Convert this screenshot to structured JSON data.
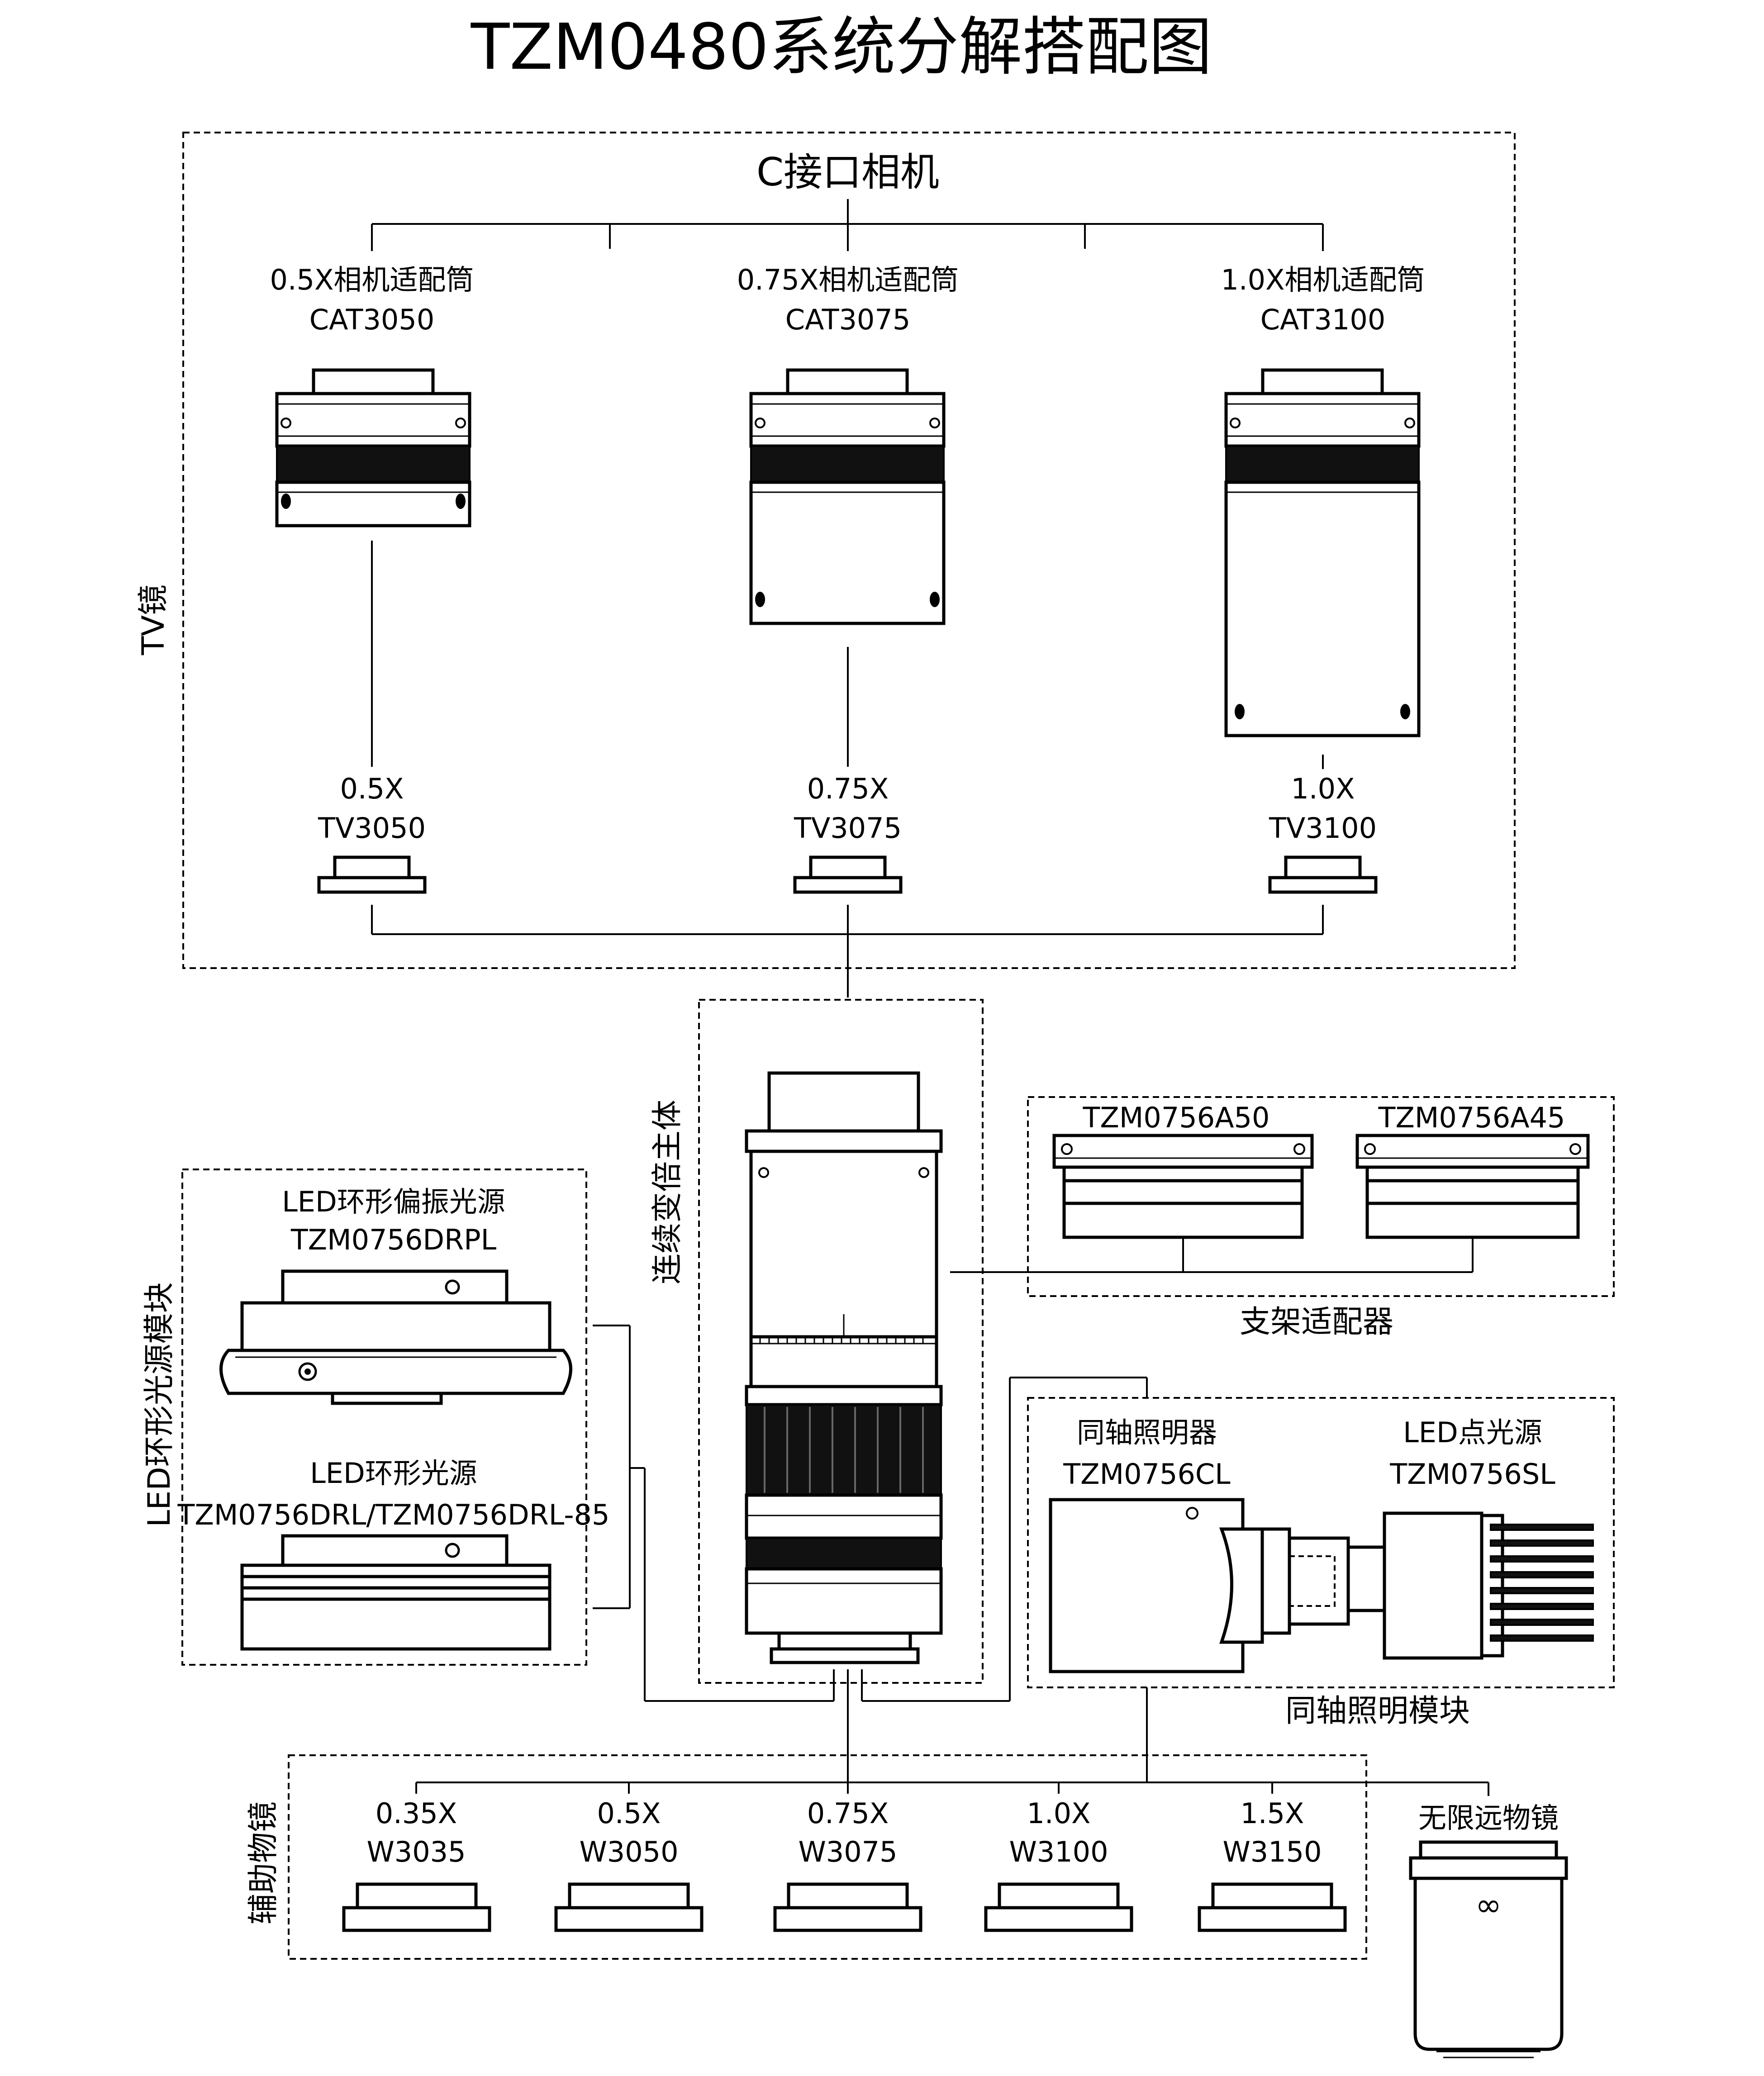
{
  "title": "TZM0480系统分解搭配图",
  "tv_group": {
    "side_label": "TV镜",
    "camera_label": "C接口相机",
    "adapters": [
      {
        "name": "0.5X相机适配筒",
        "code": "CAT3050"
      },
      {
        "name": "0.75X相机适配筒",
        "code": "CAT3075"
      },
      {
        "name": "1.0X相机适配筒",
        "code": "CAT3100"
      }
    ],
    "tv_lenses": [
      {
        "name": "0.5X",
        "code": "TV3050"
      },
      {
        "name": "0.75X",
        "code": "TV3075"
      },
      {
        "name": "1.0X",
        "code": "TV3100"
      }
    ]
  },
  "zoom_body": {
    "label": "连续变倍主体"
  },
  "stand_adapters": {
    "label": "支架适配器",
    "items": [
      {
        "code": "TZM0756A50"
      },
      {
        "code": "TZM0756A45"
      }
    ]
  },
  "led_ring_module": {
    "label": "LED环形光源模块",
    "items": [
      {
        "name": "LED环形偏振光源",
        "code": "TZM0756DRPL"
      },
      {
        "name": "LED环形光源",
        "code": "TZM0756DRL/TZM0756DRL-85"
      }
    ]
  },
  "coaxial_module": {
    "label": "同轴照明模块",
    "items": [
      {
        "name": "同轴照明器",
        "code": "TZM0756CL"
      },
      {
        "name": "LED点光源",
        "code": "TZM0756SL"
      }
    ]
  },
  "aux_objectives": {
    "label": "辅助物镜",
    "items": [
      {
        "name": "0.35X",
        "code": "W3035"
      },
      {
        "name": "0.5X",
        "code": "W3050"
      },
      {
        "name": "0.75X",
        "code": "W3075"
      },
      {
        "name": "1.0X",
        "code": "W3100"
      },
      {
        "name": "1.5X",
        "code": "W3150"
      }
    ]
  },
  "infinity_objective": {
    "label": "无限远物镜",
    "symbol": "∞"
  },
  "colors": {
    "line": "#000000",
    "background": "#ffffff",
    "knurl": "#111111"
  }
}
